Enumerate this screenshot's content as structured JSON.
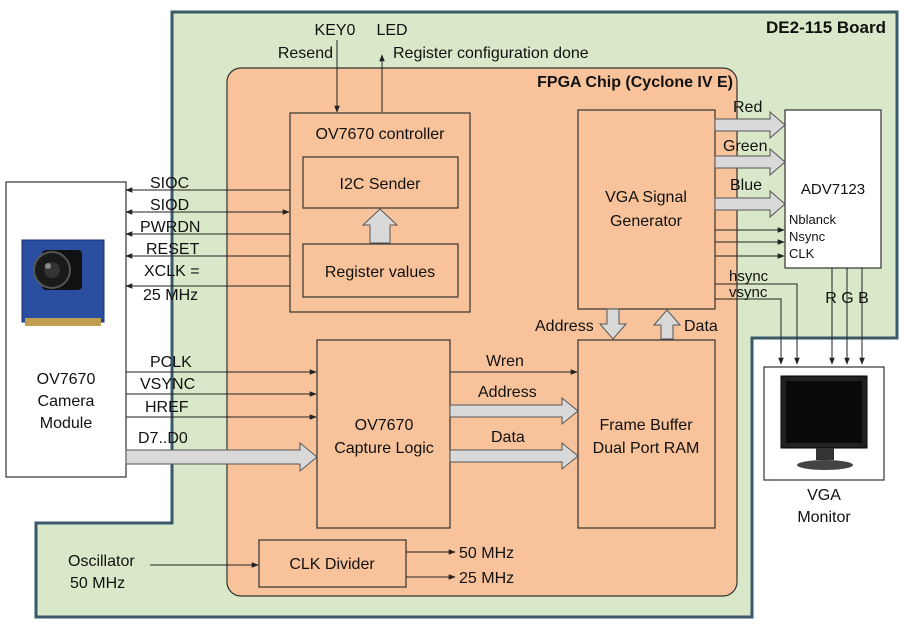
{
  "board": {
    "title": "DE2-115 Board"
  },
  "fpga": {
    "title": "FPGA Chip (Cyclone IV E)"
  },
  "inputs": {
    "key0": "KEY0",
    "resend": "Resend",
    "led": "LED",
    "done": "Register configuration done"
  },
  "controller": {
    "title": "OV7670 controller",
    "i2c": "I2C Sender",
    "regvals": "Register values"
  },
  "vga_gen": {
    "line1": "VGA Signal",
    "line2": "Generator"
  },
  "capture": {
    "line1": "OV7670",
    "line2": "Capture Logic"
  },
  "framebuffer": {
    "line1": "Frame Buffer",
    "line2": "Dual Port RAM"
  },
  "clkdiv": {
    "title": "CLK Divider"
  },
  "adv": {
    "title": "ADV7123",
    "nblank": "Nblanck",
    "nsync": "Nsync",
    "clk": "CLK"
  },
  "camera": {
    "line1": "OV7670",
    "line2": "Camera",
    "line3": "Module"
  },
  "monitor": {
    "line1": "VGA",
    "line2": "Monitor"
  },
  "signals": {
    "sioc": "SIOC",
    "siod": "SIOD",
    "pwrdn": "PWRDN",
    "reset": "RESET",
    "xclk1": "XCLK =",
    "xclk2": "25 MHz",
    "pclk": "PCLK",
    "vsync": "VSYNC",
    "href": "HREF",
    "data": "D7..D0",
    "wren": "Wren",
    "address": "Address",
    "data_w": "Data",
    "rd_address": "Address",
    "rd_data": "Data",
    "red": "Red",
    "green": "Green",
    "blue": "Blue",
    "hsync": "hsync",
    "vsync2": "vsync",
    "rgb": "R G B",
    "osc1": "Oscillator",
    "osc2": "50 MHz",
    "f50": "50 MHz",
    "f25": "25 MHz"
  },
  "colors": {
    "board": "#d9e8c8",
    "fpga": "#f8c29a",
    "block": "#f8c29a",
    "arrow": "#d9d9d9"
  }
}
